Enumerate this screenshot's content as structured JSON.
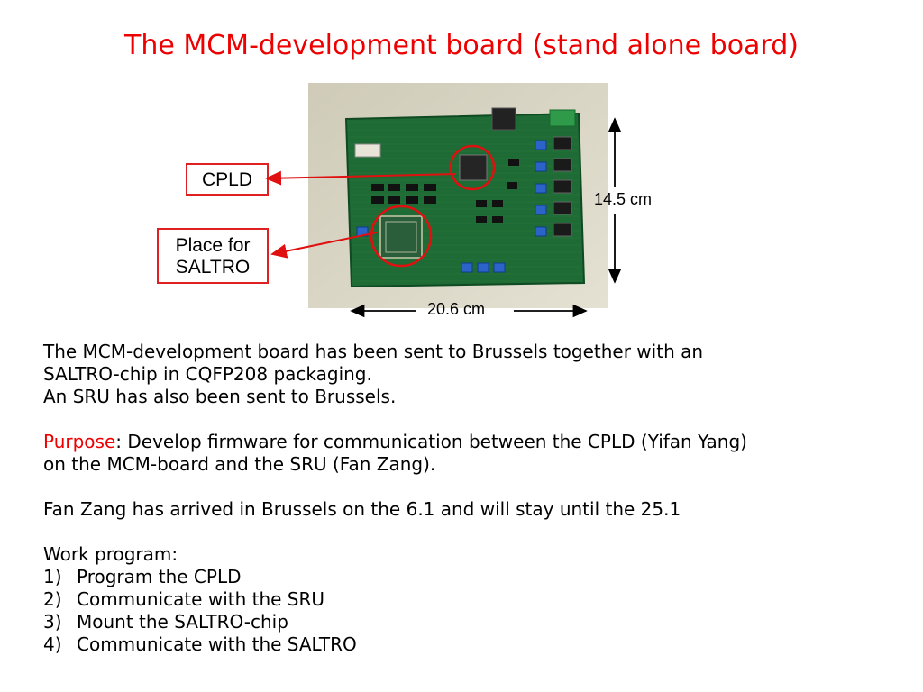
{
  "slide": {
    "title": "The MCM-development board (stand alone board)"
  },
  "figure": {
    "callout_cpld": "CPLD",
    "callout_saltro_line1": "Place for",
    "callout_saltro_line2": "SALTRO",
    "height_label": "14.5 cm",
    "width_label": "20.6 cm",
    "colors": {
      "board": "#1f6b35",
      "background": "#d8d5c4",
      "accent": "#e02020"
    }
  },
  "body": {
    "para1_line1": "The MCM-development board has been sent to Brussels together with an",
    "para1_line2": "SALTRO-chip in CQFP208 packaging.",
    "para1_line3": "An SRU has also been sent to Brussels.",
    "purpose_label": "Purpose",
    "purpose_text": ": Develop firmware for communication between the CPLD (Yifan Yang)",
    "purpose_line2": "on the MCM-board and the SRU (Fan Zang).",
    "arrival": "Fan Zang has arrived in Brussels on the 6.1 and will stay until the 25.1",
    "work_program_heading": "Work program:",
    "work_program": [
      {
        "num": "1)",
        "text": "Program the CPLD"
      },
      {
        "num": "2)",
        "text": "Communicate with the SRU"
      },
      {
        "num": "3)",
        "text": "Mount the SALTRO-chip"
      },
      {
        "num": "4)",
        "text": "Communicate with the SALTRO"
      }
    ]
  }
}
